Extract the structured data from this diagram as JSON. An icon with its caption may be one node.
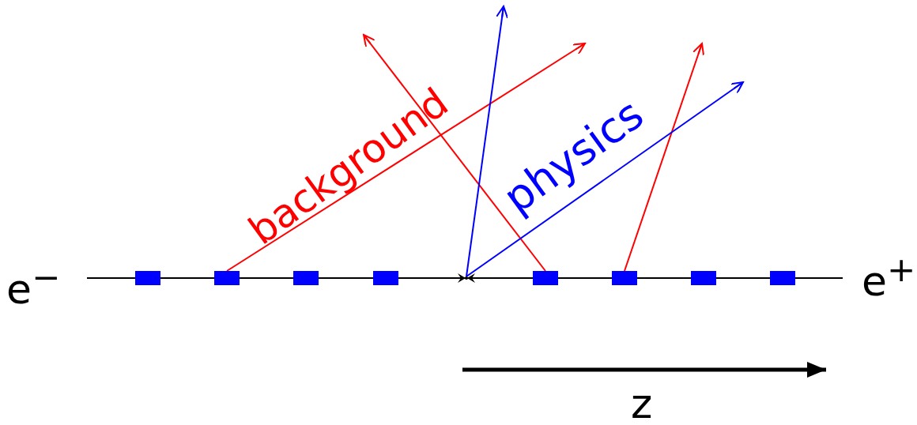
{
  "diagram": {
    "nodes": [
      {
        "text": [],
        "shape": "box"
      },
      {
        "text": [],
        "shape": "box"
      },
      {
        "text": [],
        "shape": "box"
      },
      {
        "text": [],
        "shape": "box"
      },
      {
        "text": [],
        "shape": "box"
      },
      {
        "text": [],
        "shape": "box"
      },
      {
        "text": [],
        "shape": "box"
      },
      {
        "text": [],
        "shape": "box"
      },
      {
        "text": [],
        "shape": "point"
      }
    ],
    "edges": [
      {
        "from": 1,
        "to": null,
        "arrow": "to"
      },
      {
        "from": 4,
        "to": null,
        "arrow": "to"
      },
      {
        "from": 5,
        "to": null,
        "arrow": "to"
      },
      {
        "from": 8,
        "to": null,
        "arrow": "to",
        "color": "#0000ff"
      },
      {
        "from": 8,
        "to": null,
        "arrow": "to",
        "color": "#0000ff"
      }
    ],
    "labels": [
      "e$^{−}$",
      "background",
      "physics",
      "e$^{+}$",
      "z"
    ]
  }
}
